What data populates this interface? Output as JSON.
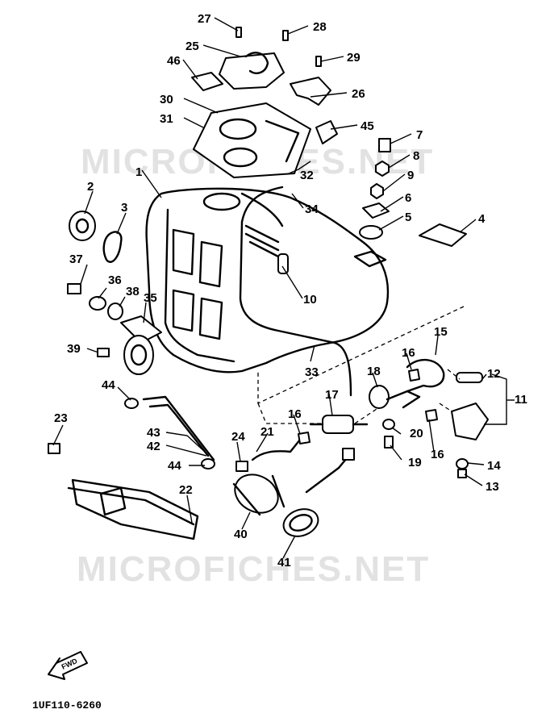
{
  "watermark": "MICROFICHES.NET",
  "diagram_code": "1UF110-6260",
  "fwd_label": "FWD",
  "callouts": {
    "c1": "1",
    "c2": "2",
    "c3": "3",
    "c4": "4",
    "c5": "5",
    "c6": "6",
    "c7": "7",
    "c8": "8",
    "c9": "9",
    "c10": "10",
    "c11": "11",
    "c12": "12",
    "c13": "13",
    "c14": "14",
    "c15": "15",
    "c16a": "16",
    "c16b": "16",
    "c16c": "16",
    "c17": "17",
    "c18": "18",
    "c19": "19",
    "c20": "20",
    "c21": "21",
    "c22": "22",
    "c23": "23",
    "c24": "24",
    "c25": "25",
    "c26": "26",
    "c27": "27",
    "c28": "28",
    "c29": "29",
    "c30": "30",
    "c31": "31",
    "c32": "32",
    "c33": "33",
    "c34": "34",
    "c35": "35",
    "c36": "36",
    "c37": "37",
    "c38": "38",
    "c39": "39",
    "c40": "40",
    "c41": "41",
    "c42": "42",
    "c43": "43",
    "c44a": "44",
    "c44b": "44",
    "c45": "45",
    "c46": "46"
  }
}
